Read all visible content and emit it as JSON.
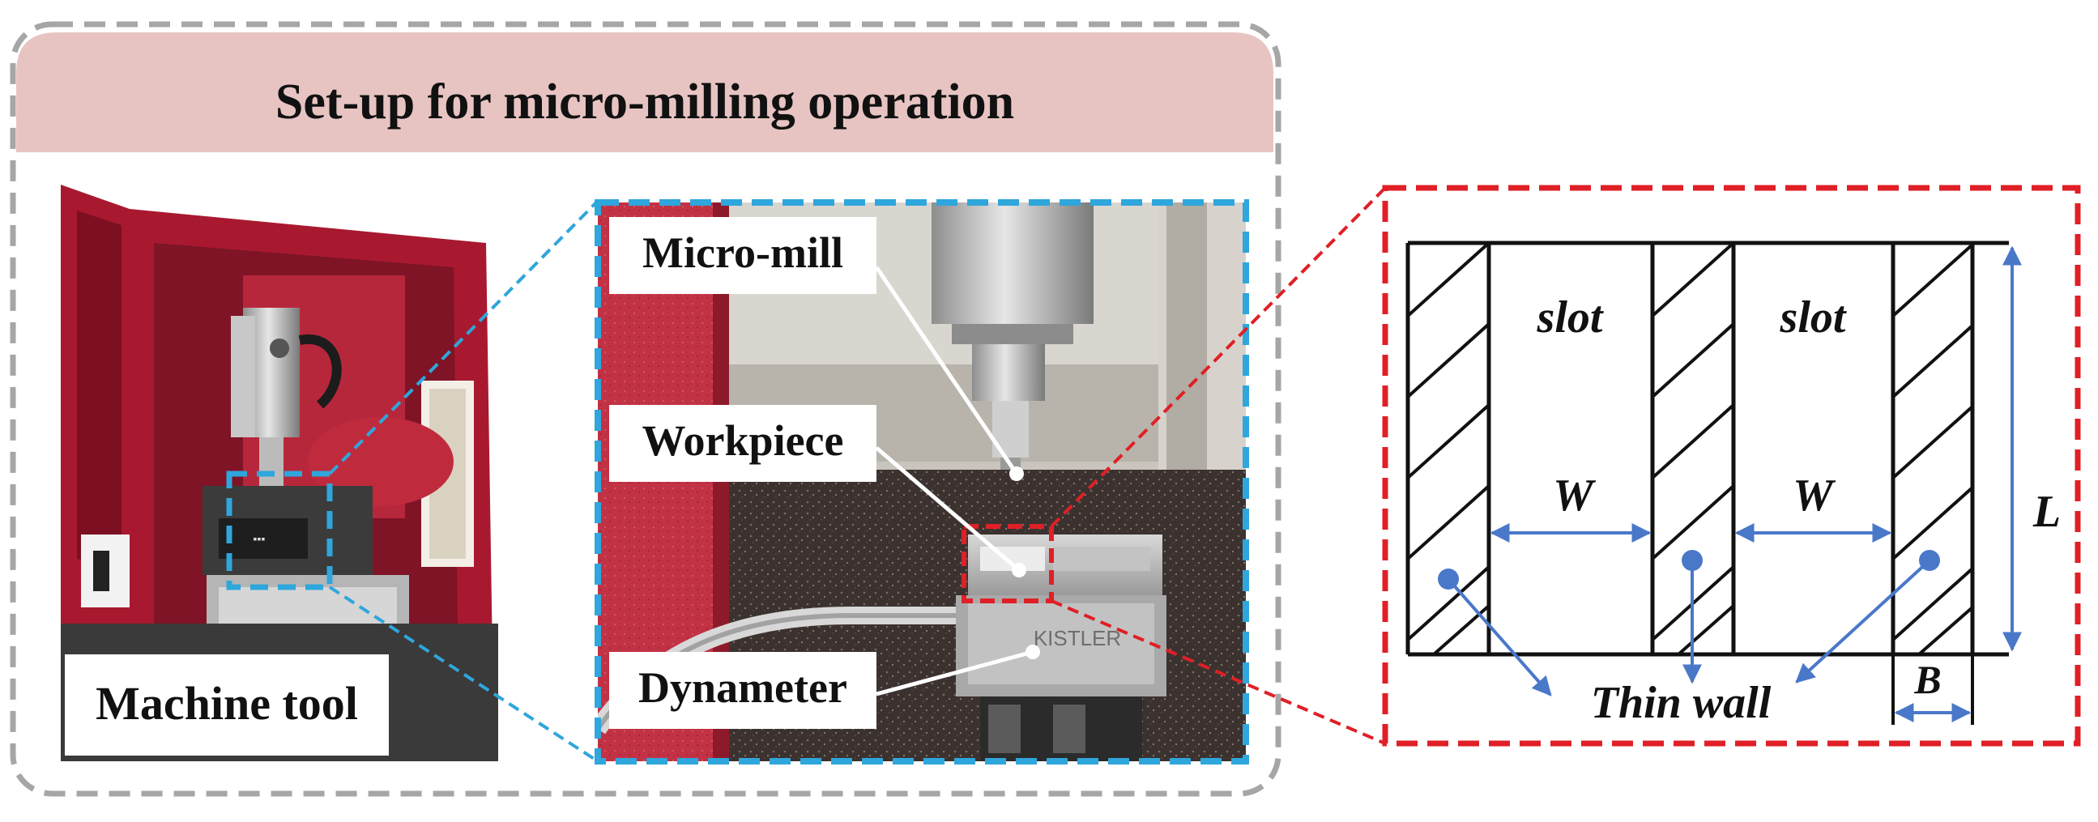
{
  "setup": {
    "title": "Set-up for micro-milling operation",
    "machine_tool_label": "Machine tool",
    "micro_mill_label": "Micro-mill",
    "workpiece_label": "Workpiece",
    "dynameter_label": "Dynameter",
    "dynamometer_brand": "KISTLER"
  },
  "schematic": {
    "slot_label_1": "slot",
    "slot_label_2": "slot",
    "width_label_1": "W",
    "width_label_2": "W",
    "length_label": "L",
    "wall_thickness_label": "B",
    "thin_wall_label": "Thin wall"
  },
  "colors": {
    "title_banner": "#e7c4c2",
    "outer_frame": "#a6a6a6",
    "blue_frame": "#2fa6dc",
    "red_frame": "#e01f26",
    "dimension_blue": "#4a78c9",
    "machine_red": "#a8192f"
  }
}
